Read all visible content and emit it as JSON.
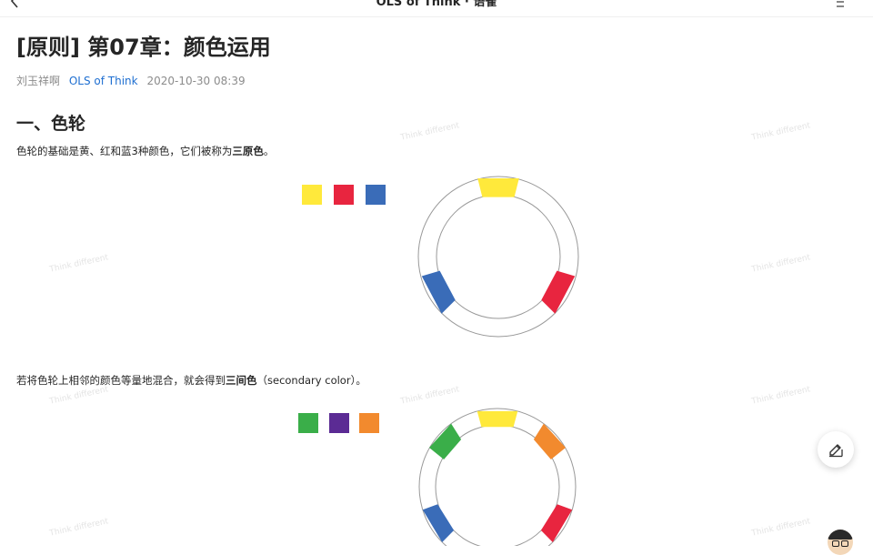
{
  "nav": {
    "title": "OLS of Think · 语雀",
    "back_icon": "chevron-left-icon",
    "toc_icon": "table-of-contents-icon",
    "more_icon": "more-dots-icon"
  },
  "doc": {
    "title": "[原则] 第07章：颜色运用",
    "author": "刘玉祥啊",
    "book": "OLS of Think",
    "date": "2020-10-30 08:39"
  },
  "section": {
    "heading": "一、色轮",
    "para1_prefix": "色轮的基础是黄、红和蓝3种颜色，它们被称为",
    "para1_bold": "三原色",
    "para1_suffix": "。",
    "para2_prefix": "若将色轮上相邻的颜色等量地混合，就会得到",
    "para2_bold": "三间色",
    "para2_suffix": "（secondary color）。"
  },
  "watermark": "Think different",
  "colors": {
    "yellow": "#FFE93B",
    "red": "#E8253F",
    "blue": "#3A6CB8",
    "green": "#3AAE49",
    "purple": "#5B2B94",
    "orange": "#F28A2E",
    "link": "#1F6FD1"
  },
  "primary_swatches": [
    "yellow",
    "red",
    "blue"
  ],
  "secondary_swatches": [
    "green",
    "purple",
    "orange"
  ],
  "edit_icon": "edit-pencil-icon",
  "avatar_icon": "user-avatar-icon"
}
